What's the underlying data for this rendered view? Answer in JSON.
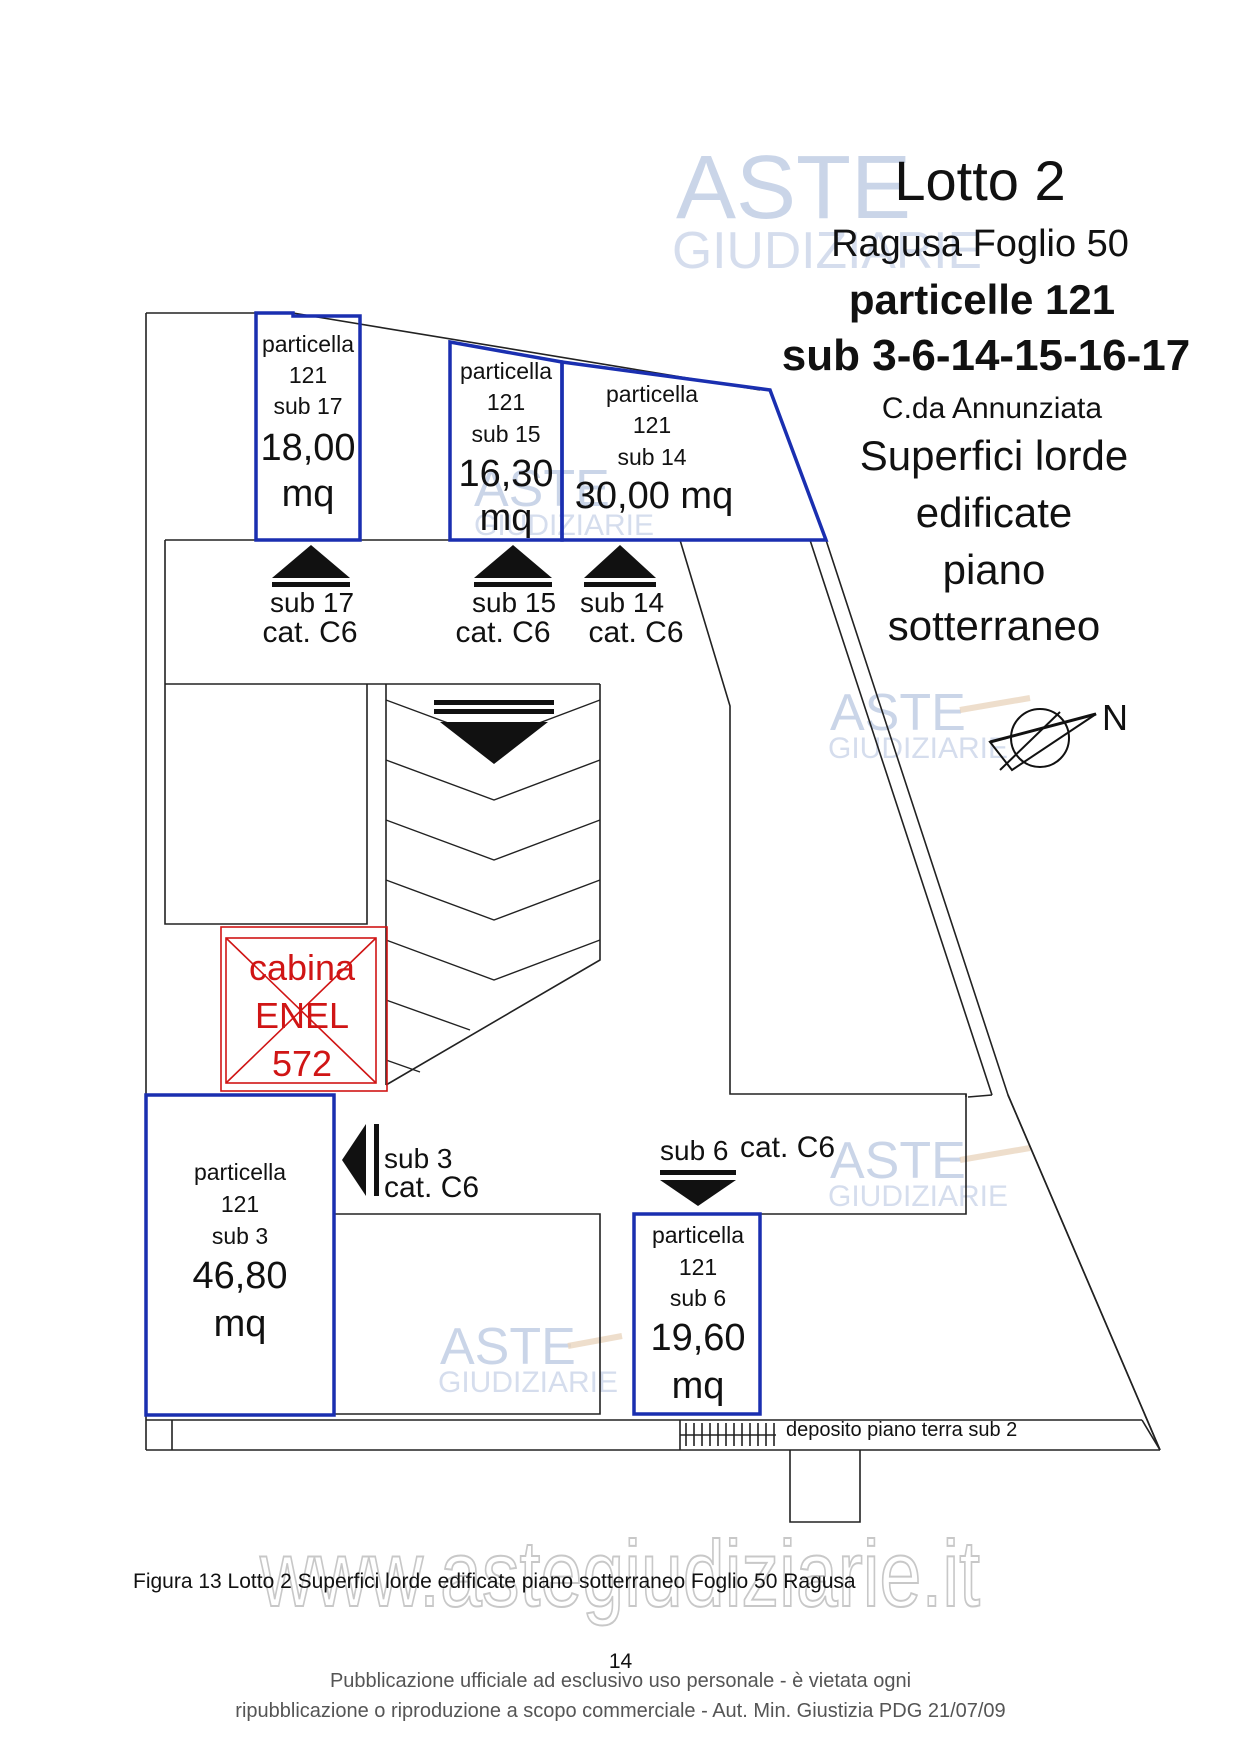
{
  "header": {
    "lotto": "Lotto 2",
    "foglio": "Ragusa Foglio 50",
    "particelle": "particelle 121",
    "subs": "sub 3-6-14-15-16-17",
    "location": "C.da Annunziata",
    "desc": [
      "Superfici lorde",
      "edificate",
      "piano",
      "sotterraneo"
    ]
  },
  "compass": {
    "label": "N"
  },
  "units": {
    "sub17": [
      "particella",
      "121",
      "sub 17",
      "18,00",
      "mq"
    ],
    "sub15": [
      "particella",
      "121",
      "sub 15",
      "16,30",
      "mq"
    ],
    "sub14": [
      "particella",
      "121",
      "sub 14",
      "30,00 mq"
    ],
    "sub3": [
      "particella",
      "121",
      "sub 3",
      "46,80",
      "mq"
    ],
    "sub6": [
      "particella",
      "121",
      "sub 6",
      "19,60",
      "mq"
    ]
  },
  "access": {
    "sub17": [
      "sub 17",
      "cat. C6"
    ],
    "sub15": [
      "sub 15",
      "cat. C6"
    ],
    "sub14": [
      "sub 14",
      "cat. C6"
    ],
    "sub3": [
      "sub 3",
      "cat. C6"
    ],
    "sub6": [
      "sub 6",
      "cat. C6"
    ]
  },
  "cabina": [
    "cabina",
    "ENEL",
    "572"
  ],
  "deposito": "deposito piano terra sub 2",
  "watermark": {
    "brand_top": "ASTE",
    "brand_bottom": "GIUDIZIARIE",
    "url": "www.astegiudiziarie.it"
  },
  "caption": "Figura 13 Lotto 2 Superfici lorde edificate piano sotterraneo Foglio 50 Ragusa",
  "page_number": "14",
  "notice": [
    "Pubblicazione ufficiale ad esclusivo uso personale - è vietata ogni",
    "ripubblicazione o riproduzione a scopo commerciale - Aut. Min. Giustizia PDG 21/07/09"
  ],
  "colors": {
    "unit_border": "#1a2fb0",
    "cabina": "#d01515",
    "watermark": "#9fb3d6"
  }
}
